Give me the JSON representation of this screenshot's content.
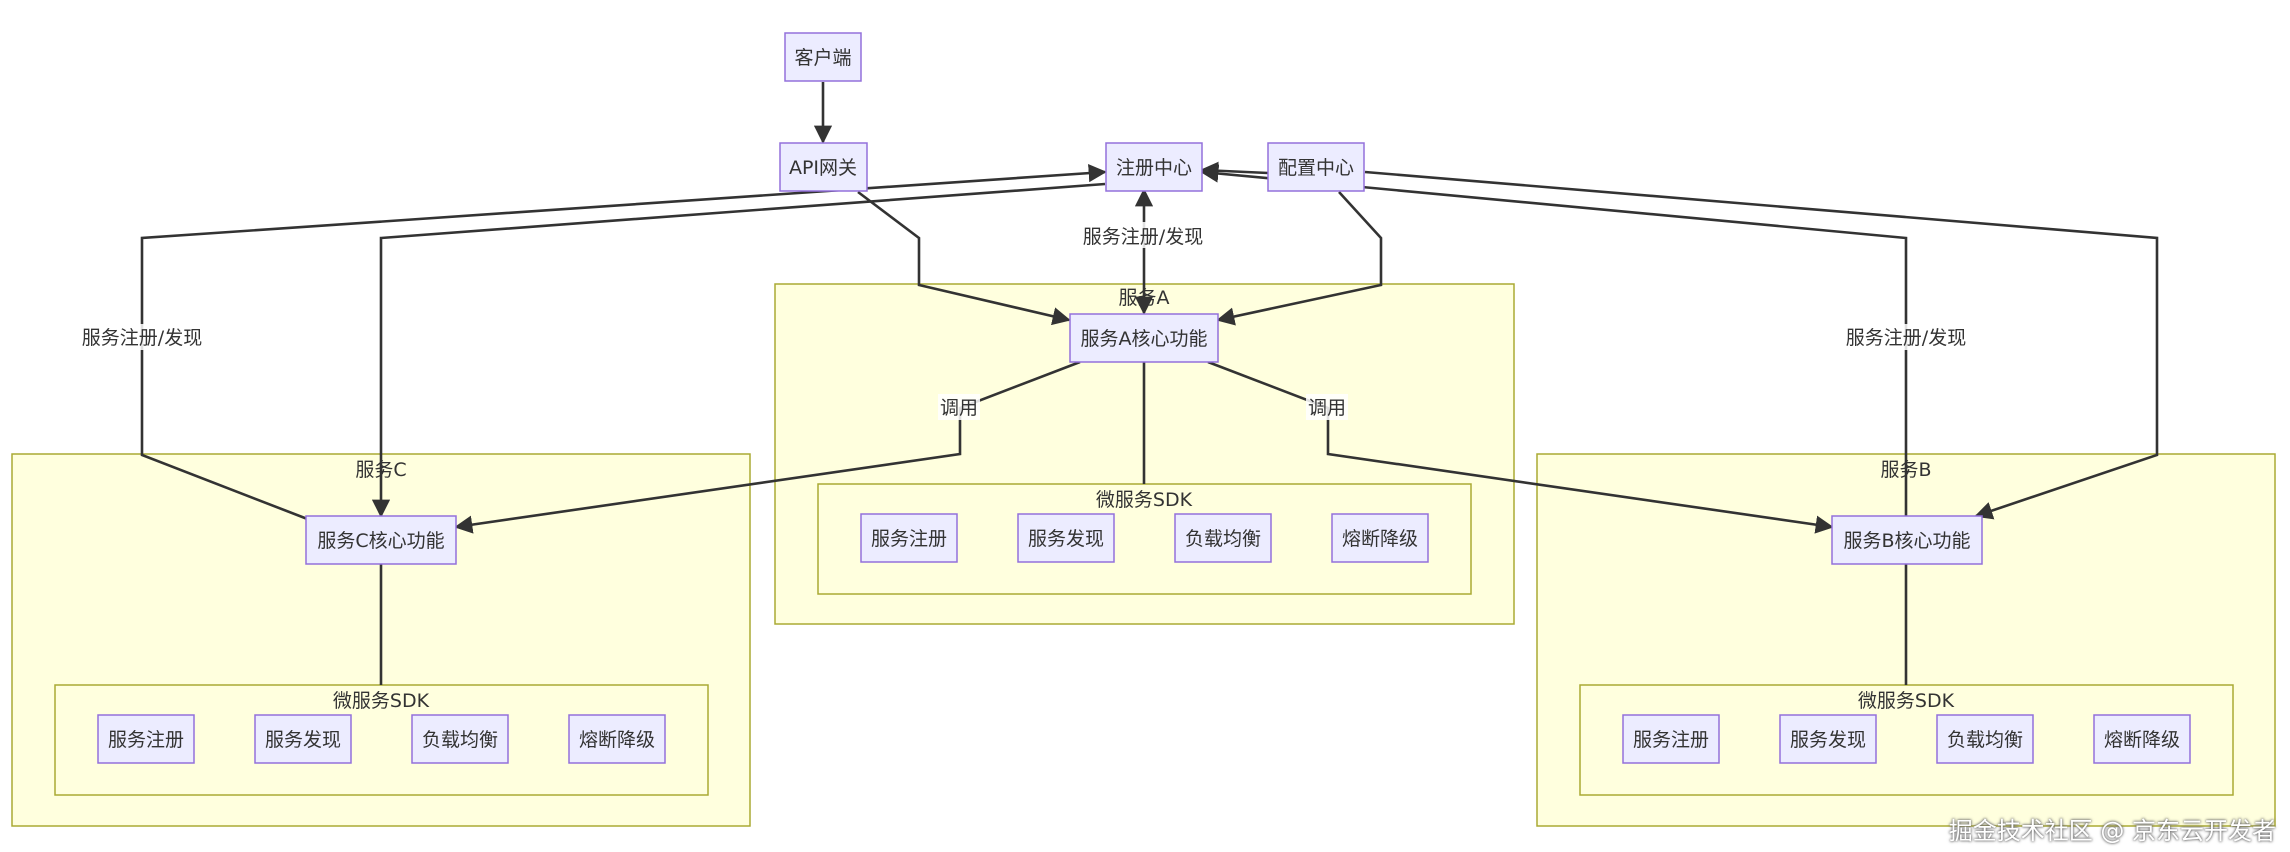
{
  "nodes": {
    "client": "客户端",
    "api_gateway": "API网关",
    "registry": "注册中心",
    "config_center": "配置中心",
    "service_a_core": "服务A核心功能",
    "service_b_core": "服务B核心功能",
    "service_c_core": "服务C核心功能"
  },
  "clusters": {
    "service_a": {
      "title": "服务A",
      "sdk": {
        "title": "微服务SDK",
        "items": [
          "服务注册",
          "服务发现",
          "负载均衡",
          "熔断降级"
        ]
      }
    },
    "service_b": {
      "title": "服务B",
      "sdk": {
        "title": "微服务SDK",
        "items": [
          "服务注册",
          "服务发现",
          "负载均衡",
          "熔断降级"
        ]
      }
    },
    "service_c": {
      "title": "服务C",
      "sdk": {
        "title": "微服务SDK",
        "items": [
          "服务注册",
          "服务发现",
          "负载均衡",
          "熔断降级"
        ]
      }
    }
  },
  "edge_labels": {
    "a_registry": "服务注册/发现",
    "c_registry": "服务注册/发现",
    "b_registry": "服务注册/发现",
    "a_to_c": "调用",
    "a_to_b": "调用"
  },
  "watermark": "掘金技术社区 @ 京东云开发者",
  "colors": {
    "cluster_fill": "#ffffde",
    "cluster_stroke": "#aaaa33",
    "node_fill": "#ececff",
    "node_stroke": "#9370db",
    "edge": "#333333",
    "text": "#333333"
  }
}
